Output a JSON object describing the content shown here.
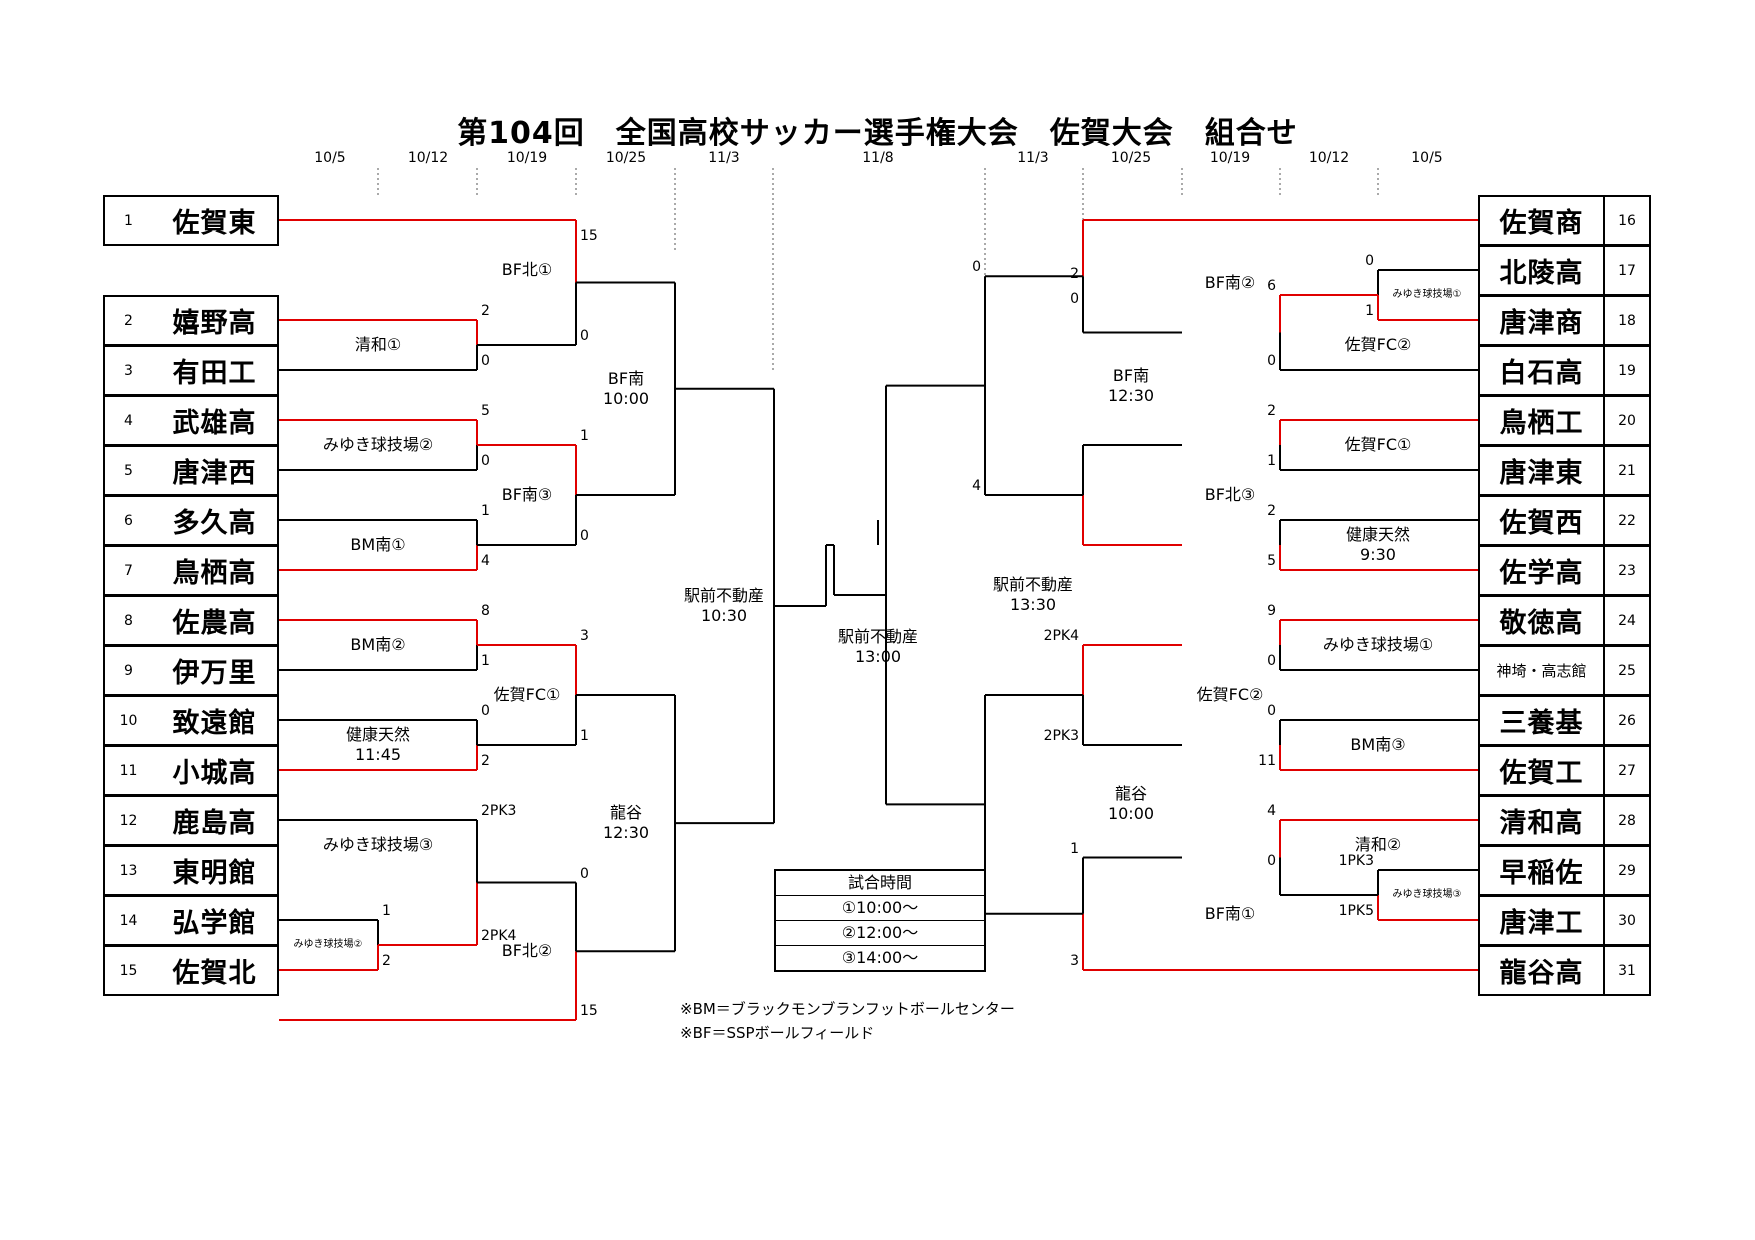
{
  "title": "第104回　全国高校サッカー選手権大会　佐賀大会　組合せ",
  "dates_left": [
    "10/5",
    "10/12",
    "10/19",
    "10/25",
    "11/3"
  ],
  "date_final": "11/8",
  "dates_right": [
    "11/3",
    "10/25",
    "10/19",
    "10/12",
    "10/5"
  ],
  "colors": {
    "winner_line": "#e00000",
    "line": "#000000"
  },
  "left_teams": [
    {
      "num": "1",
      "name": "佐賀東"
    },
    {
      "num": "2",
      "name": "嬉野高"
    },
    {
      "num": "3",
      "name": "有田工"
    },
    {
      "num": "4",
      "name": "武雄高"
    },
    {
      "num": "5",
      "name": "唐津西"
    },
    {
      "num": "6",
      "name": "多久高"
    },
    {
      "num": "7",
      "name": "鳥栖高"
    },
    {
      "num": "8",
      "name": "佐農高"
    },
    {
      "num": "9",
      "name": "伊万里"
    },
    {
      "num": "10",
      "name": "致遠館"
    },
    {
      "num": "11",
      "name": "小城高"
    },
    {
      "num": "12",
      "name": "鹿島高"
    },
    {
      "num": "13",
      "name": "東明館"
    },
    {
      "num": "14",
      "name": "弘学館"
    },
    {
      "num": "15",
      "name": "佐賀北"
    }
  ],
  "right_teams": [
    {
      "num": "16",
      "name": "佐賀商"
    },
    {
      "num": "17",
      "name": "北陵高"
    },
    {
      "num": "18",
      "name": "唐津商"
    },
    {
      "num": "19",
      "name": "白石高"
    },
    {
      "num": "20",
      "name": "鳥栖工"
    },
    {
      "num": "21",
      "name": "唐津東"
    },
    {
      "num": "22",
      "name": "佐賀西"
    },
    {
      "num": "23",
      "name": "佐学高"
    },
    {
      "num": "24",
      "name": "敬徳高"
    },
    {
      "num": "25",
      "name": "神埼・高志館"
    },
    {
      "num": "26",
      "name": "三養基"
    },
    {
      "num": "27",
      "name": "佐賀工"
    },
    {
      "num": "28",
      "name": "清和高"
    },
    {
      "num": "29",
      "name": "早稲佐"
    },
    {
      "num": "30",
      "name": "唐津工"
    },
    {
      "num": "31",
      "name": "龍谷高"
    }
  ],
  "venues": {
    "l_r1_a": "清和①",
    "l_r1_b": "みゆき球技場②",
    "l_r1_c": "BM南①",
    "l_r1_d": "BM南②",
    "l_r1_e": "健康天然\n11:45",
    "l_r1_f": "みゆき球技場③",
    "l_r0": "みゆき球技場②",
    "l_r2_a": "BF北①",
    "l_r2_b": "BF南③",
    "l_r2_c": "佐賀FC①",
    "l_r2_d": "BF北②",
    "l_r3_a": "BF南\n10:00",
    "l_r3_b": "龍谷\n12:30",
    "l_sf": "駅前不動産\n10:30",
    "final": "駅前不動産\n13:00",
    "r_sf": "駅前不動産\n13:30",
    "r_r3_a": "BF南\n12:30",
    "r_r3_b": "龍谷\n10:00",
    "r_r2_a": "BF南②",
    "r_r2_b": "BF北③",
    "r_r2_c": "佐賀FC②",
    "r_r2_d": "BF南①",
    "r_r1_a": "佐賀FC②",
    "r_r1_b": "佐賀FC①",
    "r_r1_c": "健康天然\n9:30",
    "r_r1_d": "みゆき球技場①",
    "r_r1_e": "BM南③",
    "r_r1_f": "清和②",
    "r_r0_a": "みゆき球技場①",
    "r_r0_b": "みゆき球技場③"
  },
  "scores": {
    "l_r2_a": [
      "15",
      "0"
    ],
    "l_r1_a": [
      "2",
      "0"
    ],
    "l_r1_b": [
      "5",
      "0"
    ],
    "l_r2_b": [
      "1",
      "0"
    ],
    "l_r1_c": [
      "1",
      "4"
    ],
    "l_r1_d": [
      "8",
      "1"
    ],
    "l_r2_c": [
      "3",
      "1"
    ],
    "l_r1_e": [
      "0",
      "2"
    ],
    "l_r1_f": [
      "2PK3",
      "2PK4"
    ],
    "l_r0": [
      "1",
      "2"
    ],
    "l_r2_d": [
      "0",
      "15"
    ],
    "r_r2_a": [
      "2",
      "0"
    ],
    "r_r0_a": [
      "0",
      "1"
    ],
    "r_r1_a": [
      "6",
      "0"
    ],
    "r_r1_b": [
      "2",
      "1"
    ],
    "r_r3_a": [
      "0",
      "4"
    ],
    "r_r1_c": [
      "2",
      "5"
    ],
    "r_r1_d": [
      "9",
      "0"
    ],
    "r_r2_c": [
      "2PK4",
      "2PK3"
    ],
    "r_r1_e": [
      "0",
      "11"
    ],
    "r_r1_f": [
      "4",
      "0"
    ],
    "r_r0_b": [
      "1PK3",
      "1PK5"
    ],
    "r_r2_d": [
      "1",
      "3"
    ]
  },
  "match_times": {
    "header": "試合時間",
    "slots": [
      "①10:00～",
      "②12:00～",
      "③14:00～"
    ]
  },
  "notes": [
    "※BM＝ブラックモンブランフットボールセンター",
    "※BF＝SSPボールフィールド"
  ]
}
